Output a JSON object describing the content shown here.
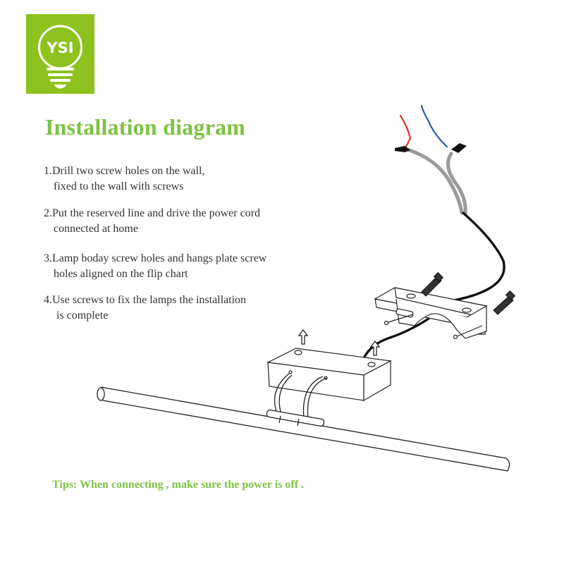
{
  "logo": {
    "text": "YSI"
  },
  "title": "Installation diagram",
  "steps": [
    {
      "line1": "1.Drill two screw holes on the wall,",
      "line2": "fixed to the wall with screws"
    },
    {
      "line1": "2.Put the reserved line and drive the power cord",
      "line2": "connected at home"
    },
    {
      "line1": "3.Lamp boday screw holes and hangs plate screw",
      "line2": "holes aligned on the flip chart"
    },
    {
      "line1": "4.Use screws to fix the lamps the installation",
      "line2": "is complete"
    }
  ],
  "tips": "Tips: When connecting , make sure the power is off .",
  "colors": {
    "brand_green": "#8dc21f",
    "heading_green": "#7dc242",
    "wire_red": "#e8302e",
    "wire_blue": "#2f58a6",
    "wire_gray": "#9a9a9a",
    "cord_black": "#111111"
  }
}
